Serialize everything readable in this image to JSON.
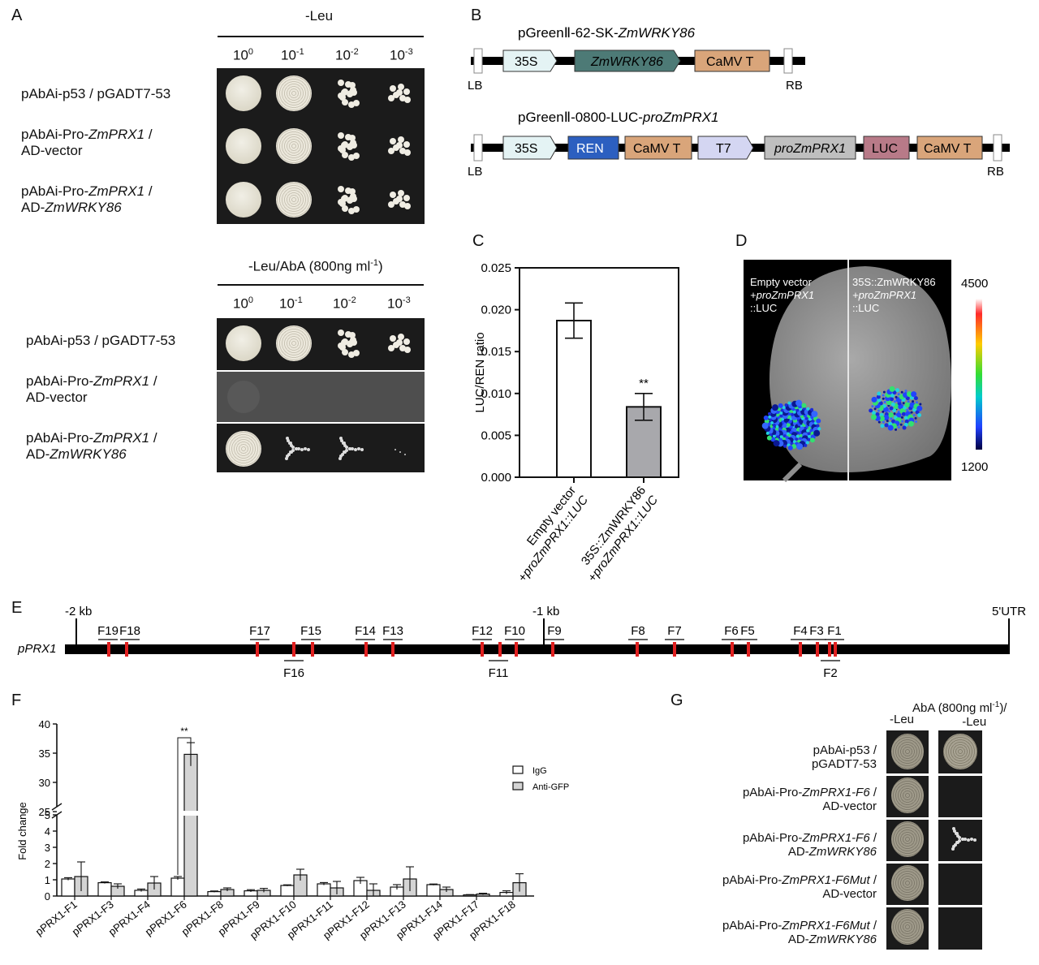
{
  "panel_A": {
    "letter": "A",
    "header1": "-Leu",
    "header2_main": "-Leu/AbA (800ng ml",
    "header2_sup": "-1",
    "header2_end": ")",
    "dilutions": [
      {
        "base": "10",
        "exp": "0"
      },
      {
        "base": "10",
        "exp": "-1"
      },
      {
        "base": "10",
        "exp": "-2"
      },
      {
        "base": "10",
        "exp": "-3"
      }
    ],
    "row1": "pAbAi-p53 / pGADT7-53",
    "row2_a": "pAbAi-Pro-",
    "row2_b": "ZmPRX1",
    "row2_c": " /",
    "row2_d": "AD-vector",
    "row3_a": "pAbAi-Pro-",
    "row3_b": "ZmPRX1",
    "row3_c": " /",
    "row3_d": "AD-",
    "row3_e": "ZmWRKY86"
  },
  "panel_B": {
    "letter": "B",
    "c1_title_a": "pGreen",
    "c1_title_b": "Ⅱ-62-SK-",
    "c1_title_c": "ZmWRKY86",
    "c1_parts": [
      "35S",
      "ZmWRKY86",
      "CaMV T"
    ],
    "c2_title_a": "pGreen",
    "c2_title_b": "Ⅱ-0800-LUC-",
    "c2_title_c": "proZmPRX1",
    "c2_parts": [
      "35S",
      "REN",
      "CaMV T",
      "T7",
      "proZmPRX1",
      "LUC",
      "CaMV T"
    ],
    "lb": "LB",
    "rb": "RB"
  },
  "panel_C": {
    "letter": "C",
    "sig": "**",
    "x1_a": "Empty vector",
    "x1_b": "+proZmPRX1::LUC",
    "x2_a": "35S::ZmWRKY86",
    "x2_b": "+proZmPRX1::LUC",
    "chart_data": {
      "type": "bar",
      "categories": [
        "Empty vector +proZmPRX1::LUC",
        "35S::ZmWRKY86 +proZmPRX1::LUC"
      ],
      "values": [
        0.0187,
        0.0084
      ],
      "errors": [
        0.0021,
        0.0016
      ],
      "ylabel": "LUC/REN ratio",
      "ylim": [
        0,
        0.025
      ],
      "yticks": [
        "0.000",
        "0.005",
        "0.010",
        "0.015",
        "0.020",
        "0.025"
      ],
      "colors": [
        "#ffffff",
        "#a8a8ac"
      ]
    }
  },
  "panel_D": {
    "letter": "D",
    "left_1": "Empty vector",
    "left_2": "+proZmPRX1",
    "left_3": "::LUC",
    "right_1": "35S::ZmWRKY86",
    "right_2": "+proZmPRX1",
    "right_3": "::LUC",
    "scale_max": "4500",
    "scale_min": "1200"
  },
  "panel_E": {
    "letter": "E",
    "gene": "pPRX1",
    "start_label": "-2 kb",
    "mid_label": "-1 kb",
    "end_label": "5'UTR",
    "fragments_top": [
      "F19",
      "F18",
      "F17",
      "F15",
      "F14",
      "F13",
      "F12",
      "F10",
      "F9",
      "F8",
      "F7",
      "F6",
      "F5",
      "F4",
      "F3",
      "F1"
    ],
    "fragments_bottom": [
      "F16",
      "F11",
      "F2"
    ]
  },
  "panel_F": {
    "letter": "F",
    "sig": "**",
    "legend_igg": "IgG",
    "legend_anti": "Anti-GFP",
    "chart_data": {
      "type": "bar",
      "categories": [
        "pPRX1-F1",
        "pPRX1-F3",
        "pPRX1-F4",
        "pPRX1-F6",
        "pPRX1-F8",
        "pPRX1-F9",
        "pPRX1-F10",
        "pPRX1-F11",
        "pPRX1-F12",
        "pPRX1-F13",
        "pPRX1-F14",
        "pPRX1-F17",
        "pPRX1-F18"
      ],
      "series": [
        {
          "name": "IgG",
          "values": [
            1.05,
            0.82,
            0.35,
            1.1,
            0.27,
            0.32,
            0.65,
            0.75,
            0.95,
            0.55,
            0.7,
            0.07,
            0.22
          ],
          "errors": [
            0.08,
            0.05,
            0.08,
            0.1,
            0.04,
            0.07,
            0.04,
            0.08,
            0.2,
            0.15,
            0.04,
            0.02,
            0.1
          ]
        },
        {
          "name": "Anti-GFP",
          "values": [
            1.2,
            0.6,
            0.8,
            34.8,
            0.4,
            0.35,
            1.3,
            0.5,
            0.35,
            1.05,
            0.4,
            0.12,
            0.82
          ],
          "errors": [
            0.9,
            0.15,
            0.4,
            2.0,
            0.1,
            0.12,
            0.35,
            0.4,
            0.4,
            0.75,
            0.15,
            0.05,
            0.55
          ]
        }
      ],
      "ylabel": "Fold change",
      "yticks_low": [
        "0",
        "1",
        "2",
        "3",
        "4",
        "5"
      ],
      "yticks_high": [
        "25",
        "30",
        "35",
        "40"
      ]
    }
  },
  "panel_G": {
    "letter": "G",
    "col1": "-Leu",
    "col2_a": "AbA (800ng ml",
    "col2_sup": "-1",
    "col2_b": ")/",
    "col2_c": "-Leu",
    "r1_a": "pAbAi-p53 /",
    "r1_b": "pGADT7-53",
    "r2_a": "pAbAi-Pro-",
    "r2_i": "ZmPRX1-F6",
    "r2_c": " /",
    "r2_d": "AD-vector",
    "r3_a": "pAbAi-Pro-",
    "r3_i": "ZmPRX1-F6",
    "r3_c": " /",
    "r3_d": "AD-",
    "r3_e": "ZmWRKY86",
    "r4_a": "pAbAi-Pro-",
    "r4_i": "ZmPRX1-F6Mut",
    "r4_c": " /",
    "r4_d": "AD-vector",
    "r5_a": "pAbAi-Pro-",
    "r5_i": "ZmPRX1-F6Mut",
    "r5_c": " /",
    "r5_d": "AD-",
    "r5_e": "ZmWRKY86"
  }
}
